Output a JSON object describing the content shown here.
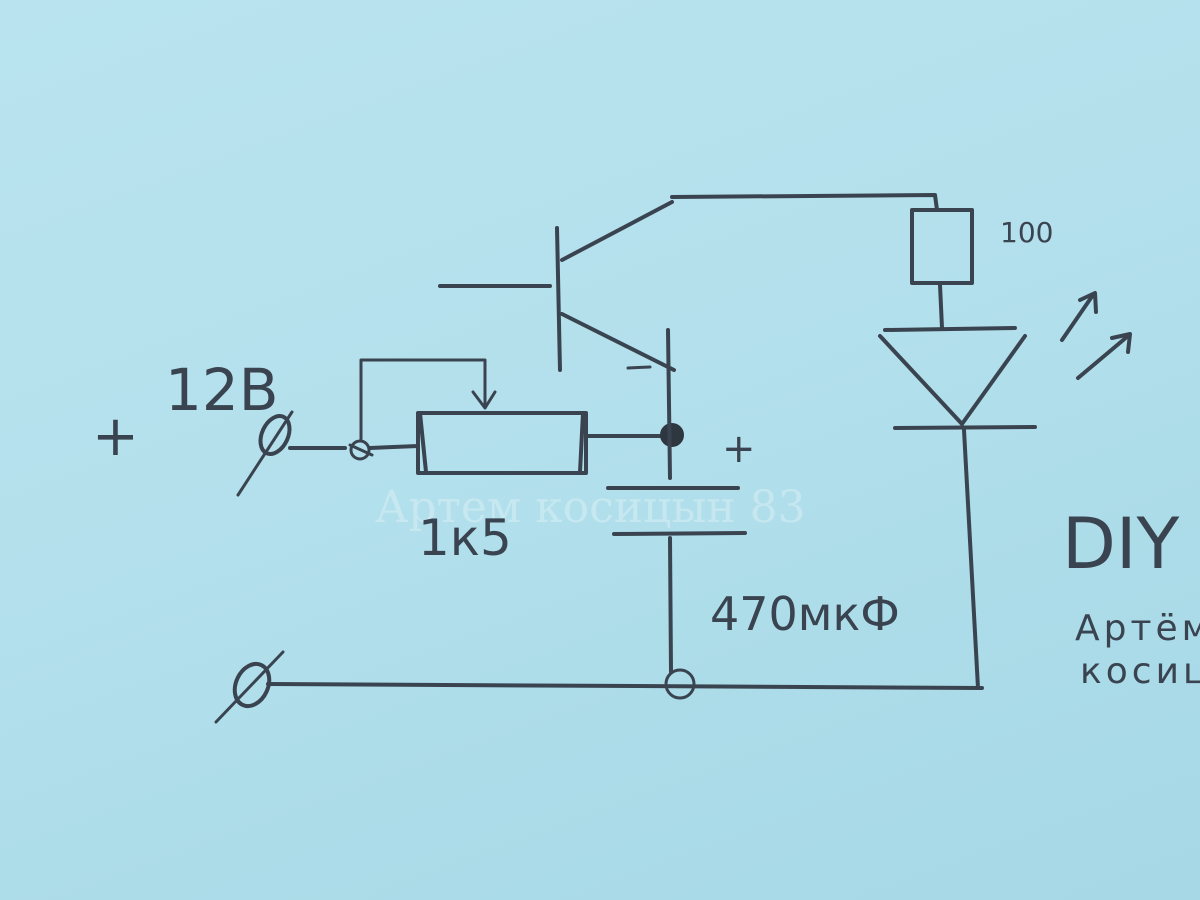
{
  "labels": {
    "supply_voltage": "12В",
    "plus_sign": "+",
    "resistor_pot": "1к5",
    "resistor_led": "100",
    "capacitor_plus": "+",
    "capacitor_value": "470мкФ",
    "watermark": "Артем косицын 83",
    "side_title": "DIY",
    "side_author_1": "Артём",
    "side_author_2": "косицын"
  },
  "colors": {
    "paper": "#b3e0ec",
    "ink": "#3a4450"
  }
}
